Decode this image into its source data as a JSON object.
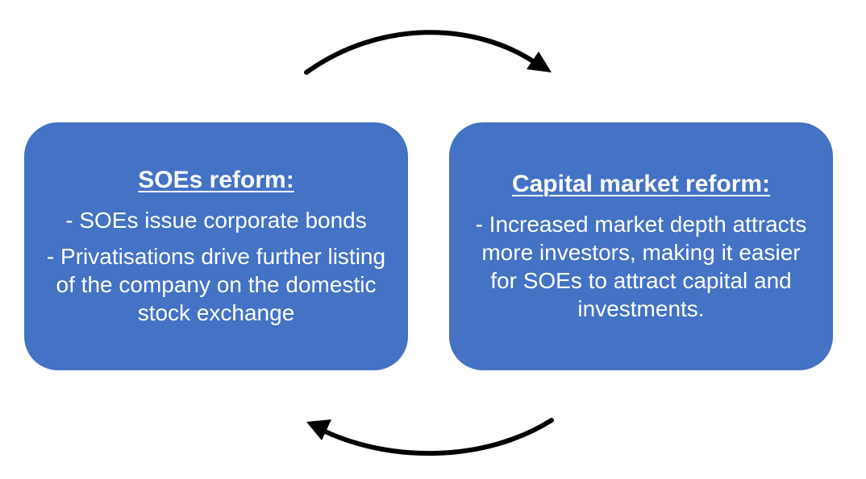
{
  "diagram": {
    "left_box": {
      "title": "SOEs reform:",
      "points": [
        "- SOEs issue corporate bonds",
        "- Privatisations drive further listing of the company on the domestic stock exchange"
      ]
    },
    "right_box": {
      "title": "Capital market reform:",
      "points": [
        "- Increased market depth attracts more investors, making it easier for SOEs to attract capital and investments."
      ]
    },
    "colors": {
      "box_fill": "#4472c4",
      "text": "#ffffff",
      "arrow": "#000000"
    },
    "icons": {
      "top_arrow": "curved-arrow-right-icon",
      "bottom_arrow": "curved-arrow-left-icon"
    }
  }
}
